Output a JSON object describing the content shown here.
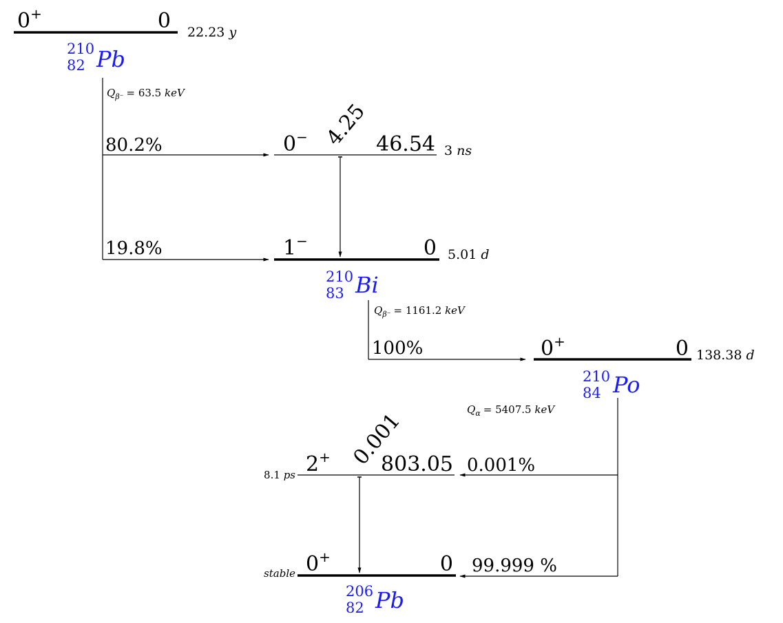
{
  "colors": {
    "line": "#000000",
    "nuclide": "#1a1aff"
  },
  "pb210": {
    "spin": "0",
    "parity": "+",
    "energy": "0",
    "halflife_value": "22.23",
    "halflife_unit": "y",
    "mass": "210",
    "atomic": "82",
    "symbol": "Pb"
  },
  "pb210_decay": {
    "q_label": "Q",
    "q_sub": "β⁻",
    "q_value": "= 63.5",
    "q_unit": "keV",
    "branch_upper": "80.2%",
    "branch_lower": "19.8%"
  },
  "bi210_excited": {
    "spin": "0",
    "parity": "−",
    "energy": "46.54",
    "gamma_intensity": "4.25",
    "halflife_value": "3",
    "halflife_unit": "ns"
  },
  "bi210": {
    "spin": "1",
    "parity": "−",
    "energy": "0",
    "halflife_value": "5.01",
    "halflife_unit": "d",
    "mass": "210",
    "atomic": "83",
    "symbol": "Bi"
  },
  "bi210_decay": {
    "q_label": "Q",
    "q_sub": "β⁻",
    "q_value": "=  1161.2",
    "q_unit": "keV",
    "branch": "100%"
  },
  "po210": {
    "spin": "0",
    "parity": "+",
    "energy": "0",
    "halflife_value": "138.38",
    "halflife_unit": "d",
    "mass": "210",
    "atomic": "84",
    "symbol": "Po"
  },
  "po210_decay": {
    "q_label": "Q",
    "q_sub": "α",
    "q_value": "=  5407.5",
    "q_unit": "keV",
    "branch_upper": "0.001%",
    "branch_lower": "99.999 %"
  },
  "pb206_excited": {
    "spin": "2",
    "parity": "+",
    "energy": "803.05",
    "gamma_intensity": "0.001",
    "halflife_value": "8.1",
    "halflife_unit": "ps"
  },
  "pb206": {
    "spin": "0",
    "parity": "+",
    "energy": "0",
    "halflife": "stable",
    "mass": "206",
    "atomic": "82",
    "symbol": "Pb"
  }
}
